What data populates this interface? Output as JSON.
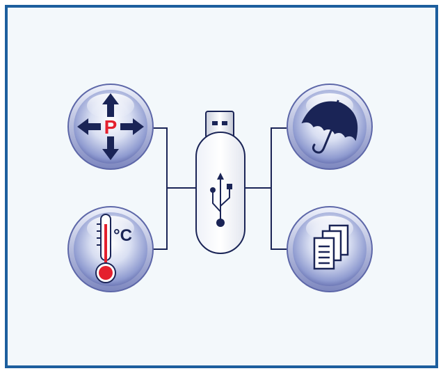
{
  "diagram": {
    "devices": [
      {
        "id": "pressure",
        "icon": "pressure-arrows-icon",
        "letter": "P",
        "letter_color": "#e4202e"
      },
      {
        "id": "temperature",
        "icon": "thermometer-icon",
        "unit": "°C",
        "bulb_color": "#e4202e"
      },
      {
        "id": "humidity",
        "icon": "umbrella-icon"
      },
      {
        "id": "documents",
        "icon": "documents-icon"
      }
    ],
    "center": {
      "icon": "usb-flash-drive-icon",
      "symbol": "usb-symbol-icon"
    }
  },
  "colors": {
    "frame_border": "#1d5f9e",
    "background": "#f3f8fb",
    "icon_dark": "#1a2456",
    "connector": "#1a2456",
    "accent_red": "#e4202e"
  }
}
